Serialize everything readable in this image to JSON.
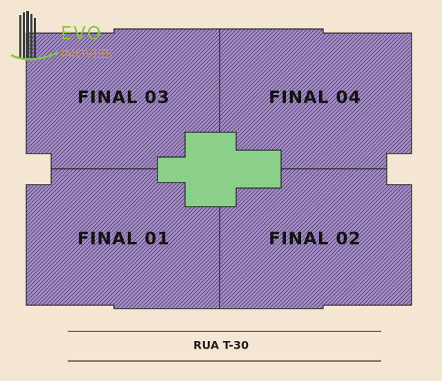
{
  "logo": {
    "brand": "EVO",
    "tagline": "IMOVEIS"
  },
  "units": [
    {
      "id": "final-03",
      "label": "FINAL 03"
    },
    {
      "id": "final-04",
      "label": "FINAL 04"
    },
    {
      "id": "final-01",
      "label": "FINAL 01"
    },
    {
      "id": "final-02",
      "label": "FINAL 02"
    }
  ],
  "street": {
    "label": "RUA T-30"
  },
  "colors": {
    "background": "#f4e6d2",
    "unit_fill": "#a48cc6",
    "unit_hatch": "#2e2147",
    "common_area": "#8ad08a",
    "outline": "#1c1c1c",
    "logo_green": "#86c53c",
    "logo_brown": "#c59060"
  }
}
